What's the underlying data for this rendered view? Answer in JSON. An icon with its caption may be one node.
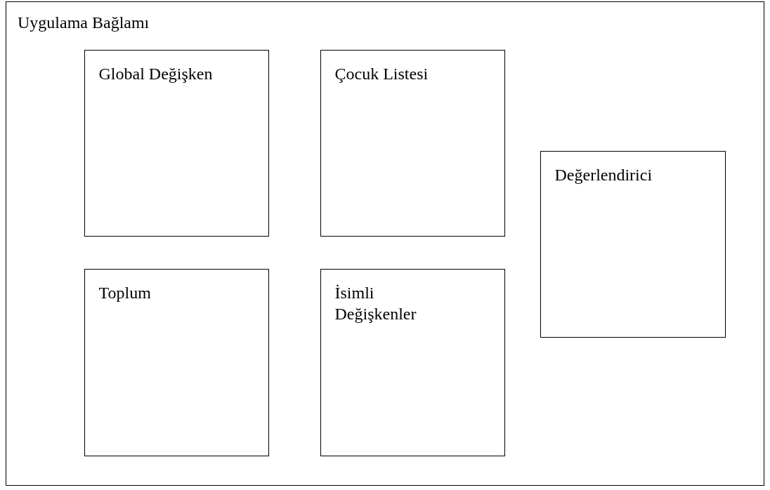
{
  "diagram": {
    "nodes": [
      {
        "text": [
          "Uygulama Bağlamı"
        ]
      },
      {
        "text": [
          "Global Değişken"
        ],
        "in": 0
      },
      {
        "text": [
          "Çocuk Listesi"
        ],
        "in": 0
      },
      {
        "text": [
          "Değerlendirici"
        ],
        "in": 0
      },
      {
        "text": [
          "Toplum"
        ],
        "in": 0
      },
      {
        "text": [
          "İsimli Değişkenler"
        ],
        "in": 0
      }
    ]
  }
}
